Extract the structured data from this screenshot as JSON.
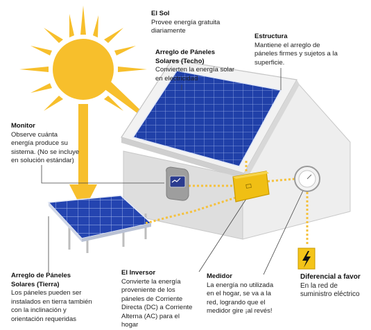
{
  "labels": {
    "sun": {
      "title": "El Sol",
      "desc": "Provee energía gratuita diariamente"
    },
    "roof_panels": {
      "title": "Arreglo de Páneles Solares (Techo)",
      "desc": "Convierten la energía solar en electricidad"
    },
    "structure": {
      "title": "Estructura",
      "desc": "Mantiene el arreglo de páneles firmes y sujetos a la superficie."
    },
    "monitor": {
      "title": "Monitor",
      "desc": "Observe cuánta energía produce su sistema. (No se incluye en solución estándar)"
    },
    "ground_panels": {
      "title": "Arreglo de Páneles Solares (Tierra)",
      "desc": "Los páneles pueden ser instalados en tierra también con la inclinación y orientación requeridas"
    },
    "inverter": {
      "title": "El Inversor",
      "desc": "Convierte la energía proveniente de los páneles de Corriente Directa (DC) a Corriente Alterna (AC) para el hogar"
    },
    "meter": {
      "title": "Medidor",
      "desc": "La energía no utilizada en el hogar, se va a la red, logrando que el medidor gire ¡al revés!"
    },
    "grid": {
      "title": "Diferencial a favor",
      "desc": "En la red de suministro eléctrico"
    }
  },
  "colors": {
    "sun": "#f7bf2c",
    "panel": "#1f3fa3",
    "inverter": "#f1c40f",
    "flow_line": "#f5c13c",
    "house_wall": "#dcdcdc",
    "roof": "#eeeeee"
  },
  "icons": [
    "sun-icon",
    "monitor-device-icon",
    "inverter-box-icon",
    "meter-icon",
    "lightning-bolt-icon"
  ]
}
